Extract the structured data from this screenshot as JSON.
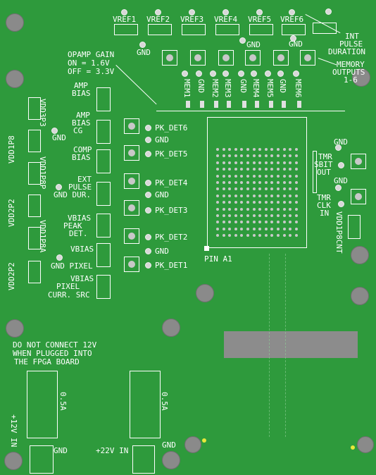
{
  "vref_labels": [
    "VREF1",
    "VREF2",
    "VREF3",
    "VREF4",
    "VREF5",
    "VREF6"
  ],
  "int_pulse_duration": [
    "INT",
    "PULSE",
    "DURATION"
  ],
  "opamp_gain": [
    "OPAMP GAIN",
    "ON = 1.6V",
    "OFF = 3.3V"
  ],
  "memory_outputs": [
    "MEMORY",
    "OUTPUTS",
    "1-6"
  ],
  "mem_labels": [
    "MEM1",
    "GND",
    "MEM2",
    "MEM3",
    "GND",
    "MEM4",
    "MEM5",
    "GND",
    "MEM6"
  ],
  "gnd_label": "GND",
  "left_group": [
    {
      "lines": [
        "AMP",
        "BIAS"
      ]
    },
    {
      "lines": [
        "AMP",
        "BIAS",
        "CG"
      ]
    },
    {
      "lines": [
        "COMP",
        "BIAS"
      ]
    },
    {
      "lines": [
        "EXT",
        "PULSE"
      ]
    },
    {
      "lines": [
        "VBIAS",
        "PEAK",
        "DET."
      ]
    },
    {
      "lines": [
        "VBIAS"
      ]
    },
    {
      "lines": [
        "VBIAS",
        "PIXEL",
        "CURR. SRC"
      ]
    }
  ],
  "left_gnd": [
    "GND",
    "GND DUR.",
    "GND PIXEL"
  ],
  "vdd_labels": [
    "VDD3P3",
    "VDD1P8",
    "VDD1P8P",
    "VDD2P2",
    "VDD1P8A",
    "VDD2P2"
  ],
  "pk_labels": [
    "PK_DET6",
    "GND",
    "PK_DET5",
    "PK_DET4",
    "GND",
    "PK_DET3",
    "PK_DET2",
    "GND",
    "PK_DET1"
  ],
  "pin_a1": "PIN A1",
  "tmr_sbit": [
    "TMR",
    "SBIT",
    "OUT"
  ],
  "tmr_clk": [
    "TMR",
    "CLK",
    "IN"
  ],
  "right_gnd": [
    "GND",
    "GND"
  ],
  "vdd1p8cnt": "VDD1P8CNT",
  "warning": [
    "DO NOT CONNECT 12V",
    "WHEN PLUGGED INTO",
    "THE FPGA BOARD"
  ],
  "fuse_label": "0.5A",
  "plus12v_in": "+12V IN",
  "plus22v_in": "+22V IN",
  "colors": {
    "board": "#2e9a3c",
    "silk": "#ffffff",
    "hole": "#8a8a8a",
    "rect": "#8c8c8c"
  }
}
